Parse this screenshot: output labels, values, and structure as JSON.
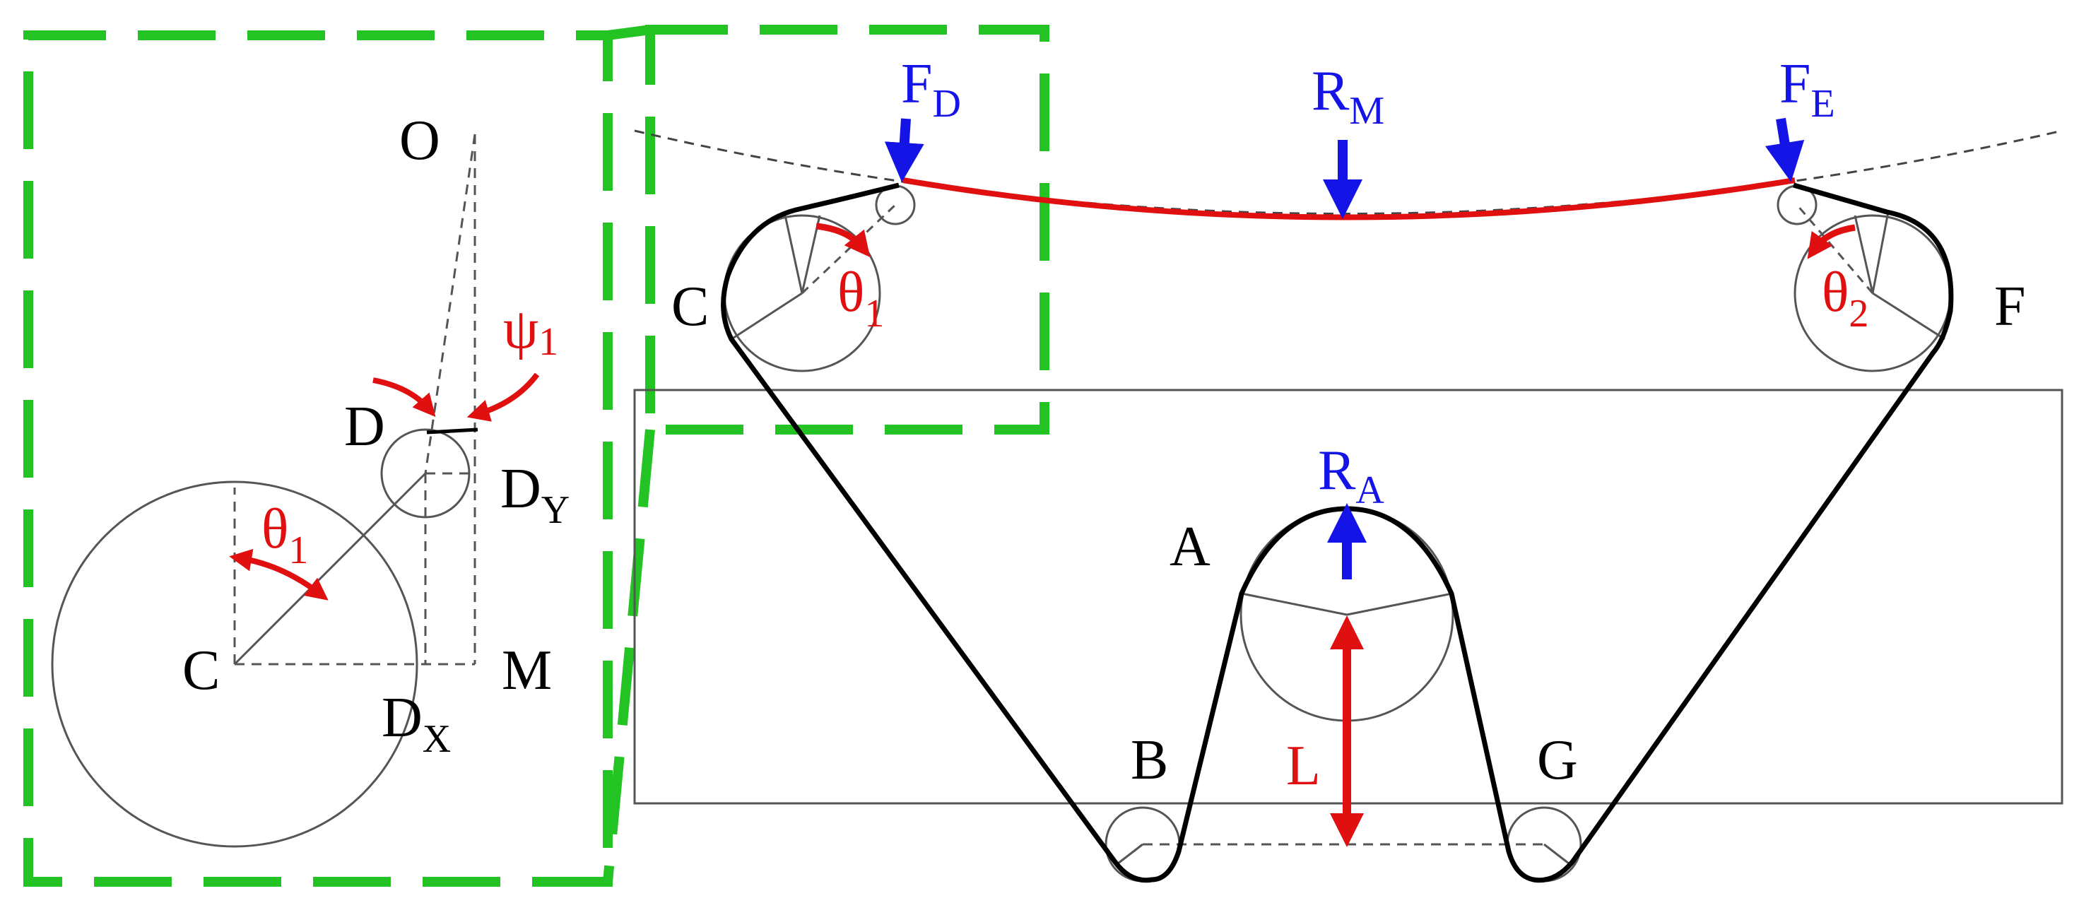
{
  "colors": {
    "frame": "#22c322",
    "beam": "#e01010",
    "force": "#1414e6",
    "angle": "#e01010",
    "belt": "#000000",
    "guide": "#555555"
  },
  "inset": {
    "O": "O",
    "D": "D",
    "C": "C",
    "M": "M",
    "Dy": {
      "base": "D",
      "sub": "Y"
    },
    "Dx": {
      "base": "D",
      "sub": "X"
    },
    "theta1": {
      "base": "θ",
      "sub": "1"
    },
    "psi1": {
      "base": "ψ",
      "sub": "1"
    }
  },
  "main": {
    "C": "C",
    "F": "F",
    "A": "A",
    "B": "B",
    "G": "G",
    "L": "L",
    "Fd": {
      "base": "F",
      "sub": "D"
    },
    "Fe": {
      "base": "F",
      "sub": "E"
    },
    "Rm": {
      "base": "R",
      "sub": "M"
    },
    "Ra": {
      "base": "R",
      "sub": "A"
    },
    "theta1": {
      "base": "θ",
      "sub": "1"
    },
    "theta2": {
      "base": "θ",
      "sub": "2"
    }
  }
}
